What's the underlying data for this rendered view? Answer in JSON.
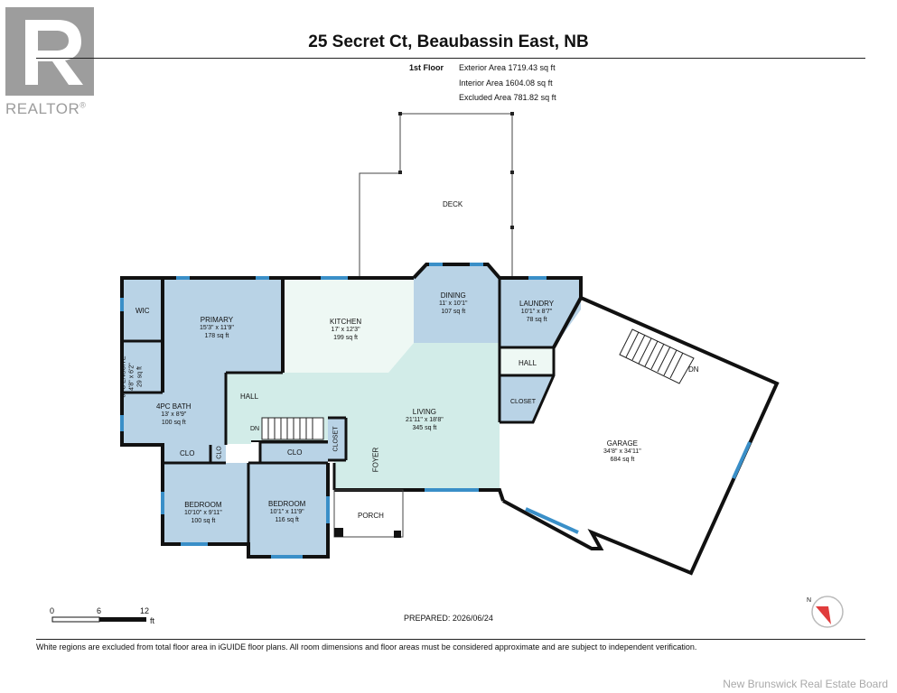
{
  "header": {
    "title": "25 Secret Ct, Beaubassin East, NB",
    "floor_label": "1st Floor",
    "exterior_area": "Exterior Area 1719.43 sq ft",
    "interior_area": "Interior Area 1604.08 sq ft",
    "excluded_area": "Excluded Area 781.82 sq ft"
  },
  "logo": {
    "word": "REALTOR",
    "registered": "®",
    "icon": "realtor-r-logo"
  },
  "rooms": {
    "primary": {
      "name": "PRIMARY",
      "dims": "15'3\" x 11'9\"",
      "area": "178 sq ft"
    },
    "kitchen": {
      "name": "KITCHEN",
      "dims": "17' x 12'3\"",
      "area": "199 sq ft"
    },
    "dining": {
      "name": "DINING",
      "dims": "11' x 10'1\"",
      "area": "107 sq ft"
    },
    "laundry": {
      "name": "LAUNDRY",
      "dims": "10'1\" x 8'7\"",
      "area": "78 sq ft"
    },
    "living": {
      "name": "LIVING",
      "dims": "21'11\" x 18'8\"",
      "area": "345 sq ft"
    },
    "garage": {
      "name": "GARAGE",
      "dims": "34'8\" x 34'11\"",
      "area": "684 sq ft"
    },
    "bath4": {
      "name": "4PC BATH",
      "dims": "13' x 8'9\"",
      "area": "100 sq ft"
    },
    "ensuite": {
      "name": "3PC ENSUITE",
      "dims": "4'8\" x 6'2\"",
      "area": "29 sq ft"
    },
    "bedroom1": {
      "name": "BEDROOM",
      "dims": "10'10\" x 9'11\"",
      "area": "100 sq ft"
    },
    "bedroom2": {
      "name": "BEDROOM",
      "dims": "10'1\" x 11'9\"",
      "area": "116 sq ft"
    }
  },
  "labels": {
    "wic": "WIC",
    "hall_left": "HALL",
    "hall_right": "HALL",
    "closet_right": "CLOSET",
    "closet_mid": "CLOSET",
    "clo1": "CLO",
    "clo2": "CLO",
    "clo3": "CLO",
    "foyer": "FOYER",
    "porch": "PORCH",
    "deck": "DECK",
    "dn_stairs": "DN",
    "dn_garage": "DN"
  },
  "scale": {
    "ticks": [
      "0",
      "6",
      "12"
    ],
    "unit": "ft"
  },
  "prepared": "PREPARED: 2026/06/24",
  "footnote": "White regions are excluded from total floor area in iGUIDE floor plans. All room dimensions and floor areas must be considered approximate and are subject to independent verification.",
  "watermark": "New Brunswick Real Estate Board",
  "compass": {
    "letter": "N",
    "icon": "compass-icon"
  },
  "colors": {
    "wall": "#111111",
    "window": "#3a8fc8",
    "blue_room": "#b9d3e6",
    "living_fill": "#d2ece8",
    "kitchen_fill": "#eef8f4",
    "logo_gray": "#9d9d9d"
  }
}
